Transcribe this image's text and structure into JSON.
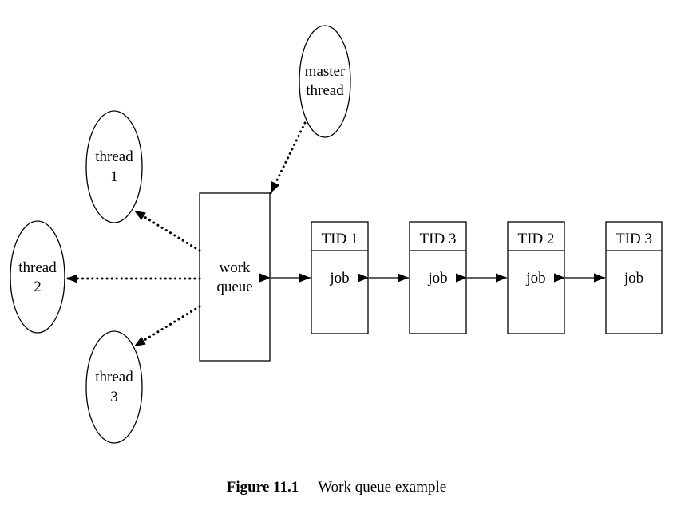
{
  "diagram": {
    "master": {
      "line1": "master",
      "line2": "thread"
    },
    "workers": [
      {
        "line1": "thread",
        "line2": "1"
      },
      {
        "line1": "thread",
        "line2": "2"
      },
      {
        "line1": "thread",
        "line2": "3"
      }
    ],
    "queue": {
      "line1": "work",
      "line2": "queue"
    },
    "jobs": [
      {
        "tid": "TID 1",
        "label": "job"
      },
      {
        "tid": "TID 3",
        "label": "job"
      },
      {
        "tid": "TID 2",
        "label": "job"
      },
      {
        "tid": "TID 3",
        "label": "job"
      }
    ]
  },
  "caption": {
    "label": "Figure 11.1",
    "text": "Work queue example"
  },
  "colors": {
    "ink": "#000000",
    "background": "#ffffff"
  }
}
